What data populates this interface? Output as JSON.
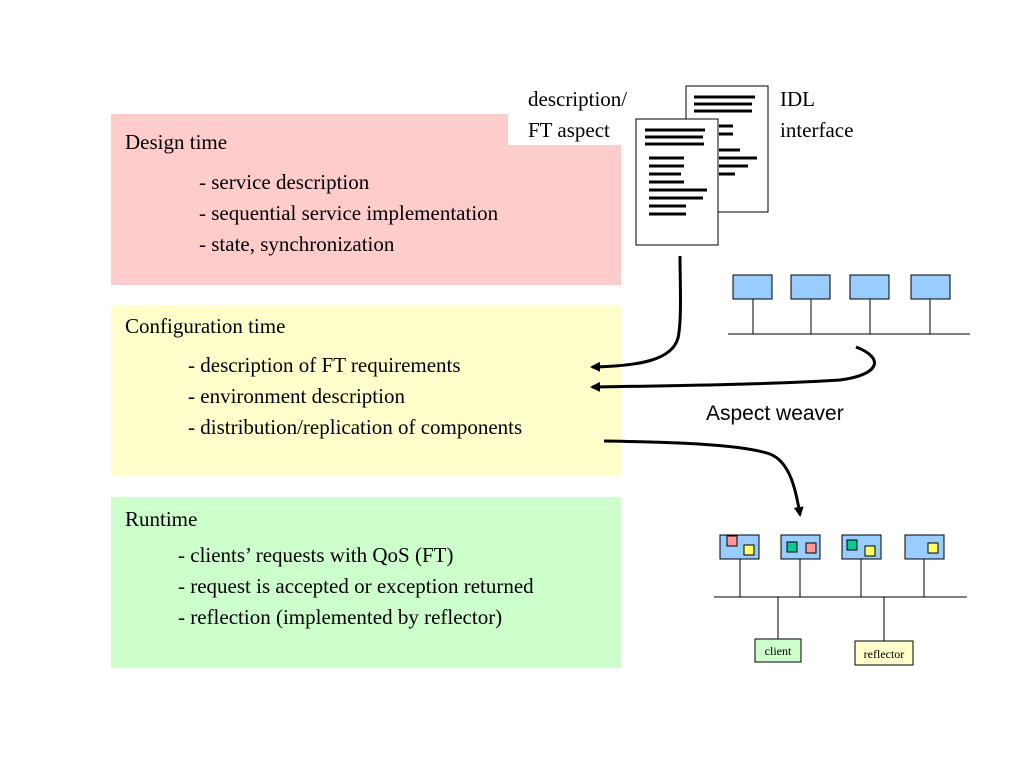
{
  "design_time": {
    "title": "Design time",
    "items": [
      "- service description",
      "- sequential service implementation",
      "- state, synchronization"
    ]
  },
  "configuration_time": {
    "title": "Configuration time",
    "items": [
      "- description of FT requirements",
      "- environment description",
      "- distribution/replication of components"
    ]
  },
  "runtime": {
    "title": "Runtime",
    "items": [
      "- clients’ requests with QoS (FT)",
      "- request is accepted or exception returned",
      "- reflection (implemented by reflector)"
    ]
  },
  "documents": {
    "front_label_line1": "description/",
    "front_label_line2": "FT aspect",
    "back_label_line1": "IDL",
    "back_label_line2": "interface"
  },
  "aspect_weaver": "Aspect weaver",
  "runtime_network": {
    "client_label": "client",
    "reflector_label": "reflector"
  },
  "colors": {
    "design_bg": "#ffcccc",
    "config_bg": "#ffffcc",
    "runtime_bg": "#ccffcc",
    "node_fill": "#99ccff",
    "square_pink": "#ff9999",
    "square_yellow": "#ffff66",
    "square_green": "#00cc99",
    "client_box": "#ccffcc",
    "reflector_box": "#ffffcc"
  }
}
